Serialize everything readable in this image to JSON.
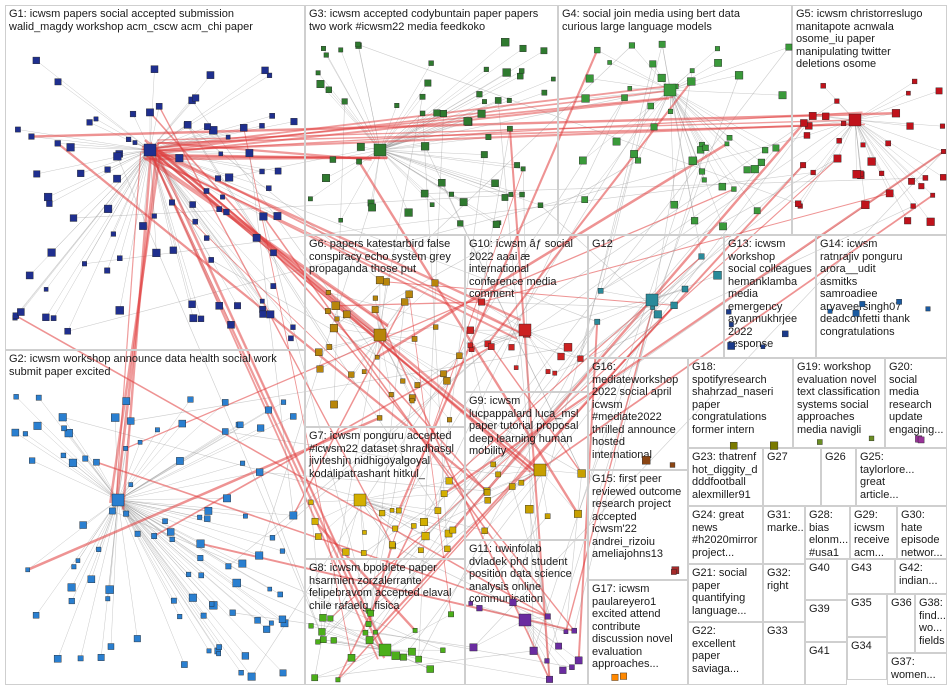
{
  "groups": [
    {
      "id": "G1",
      "label": "G1: icwsm papers social accepted submission\nwalid_magdy workshop acm_cscw acm_chi paper"
    },
    {
      "id": "G2",
      "label": "G2: icwsm workshop announce data health social work\nsubmit paper excited"
    },
    {
      "id": "G3",
      "label": "G3: icwsm accepted codybuntain paper papers\ntwo work #icwsm22 media feedkoko"
    },
    {
      "id": "G4",
      "label": "G4: social join media using bert data\ncurious large language models"
    },
    {
      "id": "G5",
      "label": "G5: icwsm christorreslugo\nmanitapote acnwala\nosome_iu paper\nmanipulating twitter\ndeletions osome"
    },
    {
      "id": "G6",
      "label": "G6: papers katestarbird false\nconspiracy echo system grey\npropaganda those put"
    },
    {
      "id": "G7",
      "label": "G7: icwsm ponguru accepted\n#icwsm22 dataset shradhasgl\njiviteshjn nidhigoyalgoyal\nkodalipatгashant hitkul_"
    },
    {
      "id": "G8",
      "label": "G8: icwsm bpoblete paper\nhsarmien zorzalerrante\nfelipebravom accepted elaval\nchile rafaelg_fisica"
    },
    {
      "id": "G9",
      "label": "G9: icwsm\nlucpappalard luca_msl\npaper tutorial proposal\ndeep learning human\nmobility"
    },
    {
      "id": "G10",
      "label": "G10: icwsm âƒ social\n2022 aaai æ\ninternational\nconference media\ncomment"
    },
    {
      "id": "G11",
      "label": "G11: uwinfolab\ndvladek phd student\nposition data science\nanalysis online\ncommunication"
    },
    {
      "id": "G12",
      "label": "G12"
    },
    {
      "id": "G13",
      "label": "G13: icwsm workshop\nsocial colleagues\nhemanklamba media\nemergency\nayanmukhrjee 2022\nresponse"
    },
    {
      "id": "G14",
      "label": "G14: icwsm\nratnrajiv ponguru\narora__udit\nasmitks\nsamroadiee\naryaveersingh07\ndeadconfetti thank\ncongratulations"
    },
    {
      "id": "G15",
      "label": "G15: first peer\nreviewed outcome\nresearch project\naccepted\nicwsm'22\nandrei_rizoiu\nameliajohns13"
    },
    {
      "id": "G16",
      "label": "G16:\nmediateworkshop\n2022 social april\nicwsm\n#mediate2022\nthrilled announce\nhosted\ninternational"
    },
    {
      "id": "G17",
      "label": "G17: icwsm\npaulareyero1\nexcited attend\ncontribute\ndiscussion novel\nevaluation\napproaches..."
    },
    {
      "id": "G18",
      "label": "G18:\nspotifyresearch\nshahrzad_naseri\npaper\ncongratulations\nformer intern"
    },
    {
      "id": "G19",
      "label": "G19: workshop\nevaluation novel\ntext classification\nsystems social\napproaches\nmedia navigli"
    },
    {
      "id": "G20",
      "label": "G20:\nsocial\nmedia\nresearch\nupdate\nengaging..."
    },
    {
      "id": "G21",
      "label": "G21: social\npaper\nquantifying\nlanguage..."
    },
    {
      "id": "G22",
      "label": "G22:\nexcellent\npaper\nsaviaga..."
    },
    {
      "id": "G23",
      "label": "G23: thatrenf\nhot_diggity_d\ndddfootball\nalexmiller91"
    },
    {
      "id": "G24",
      "label": "G24: great\nnews\n#h2020mirror\nproject..."
    },
    {
      "id": "G25",
      "label": "G25:\ntaylorlore...\ngreat\narticle..."
    },
    {
      "id": "G26",
      "label": "G26"
    },
    {
      "id": "G27",
      "label": "G27"
    },
    {
      "id": "G28",
      "label": "G28:\nbias\nelonm...\n#usa1"
    },
    {
      "id": "G29",
      "label": "G29:\nicwsm\nreceive\nacm..."
    },
    {
      "id": "G30",
      "label": "G30:\nhate\nepisode\nnetwor..."
    },
    {
      "id": "G31",
      "label": "G31:\nmarke..."
    },
    {
      "id": "G32",
      "label": "G32:\nright"
    },
    {
      "id": "G33",
      "label": "G33"
    },
    {
      "id": "G34",
      "label": "G34"
    },
    {
      "id": "G35",
      "label": "G35"
    },
    {
      "id": "G36",
      "label": "G36"
    },
    {
      "id": "G37",
      "label": "G37:\nwomen..."
    },
    {
      "id": "G38",
      "label": "G38:\nfind...\nwo...\nfields"
    },
    {
      "id": "G39",
      "label": "G39"
    },
    {
      "id": "G40",
      "label": "G40"
    },
    {
      "id": "G41",
      "label": "G41"
    },
    {
      "id": "G42",
      "label": "G42:\nindian..."
    },
    {
      "id": "G43",
      "label": "G43"
    }
  ],
  "colors": {
    "background": "#ffffff",
    "group_border": "#cfcfcf",
    "edge_gray": "#9a9a9a",
    "edge_red": "#e03a3a",
    "G1": "#1f2f8f",
    "G2": "#2a7fd0",
    "G3": "#2f7a2f",
    "G4": "#3a9a3a",
    "G5": "#c0121b",
    "G6": "#b8860b",
    "G7": "#d4b000",
    "G8": "#4caf1a",
    "G9": "#c7a000",
    "G10": "#cc2222",
    "G11": "#6a2ca0",
    "G12": "#2a8a9a",
    "G13": "#1a3a8a",
    "G14": "#1a5aa0",
    "G15": "#a52a2a",
    "G16": "#8b4513",
    "G17": "#ff8800",
    "G18": "#7a7a00",
    "G19": "#6b8e23",
    "G20": "#993399"
  }
}
